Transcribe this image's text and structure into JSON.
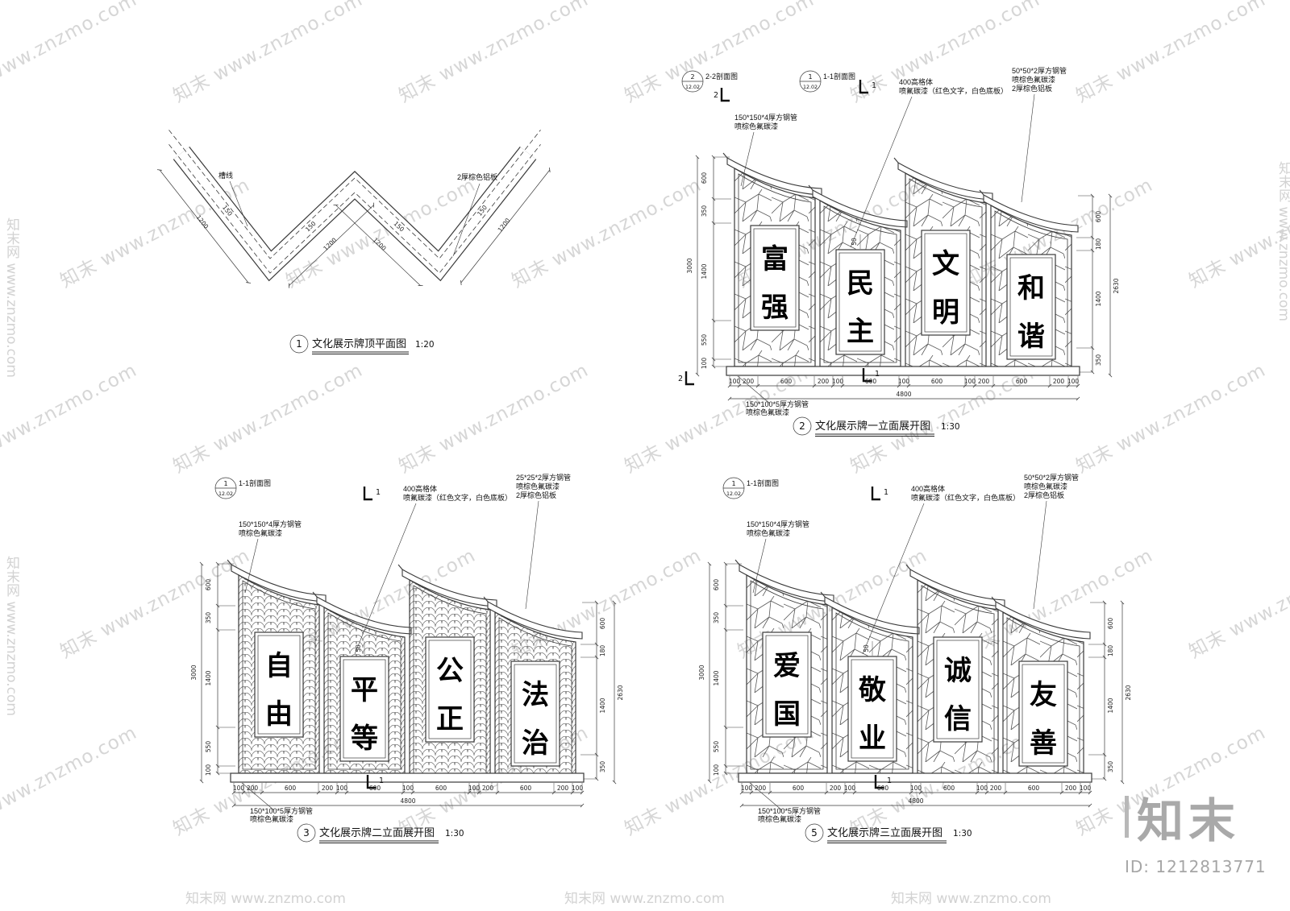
{
  "watermark": {
    "tile": "知末 www.znzmo.com",
    "edge": "知末网 www.znzmo.com",
    "logo_text": "知末",
    "logo_id": "ID: 1212813771"
  },
  "plan": {
    "no": "1",
    "title": "文化展示牌顶平面图",
    "scale": "1:20",
    "label_groove": "槽线",
    "label_panel": "2厚棕色铝板",
    "dim_seg": "1200",
    "dim_width": "150"
  },
  "marks": {
    "one": "1",
    "two": "2"
  },
  "dims": {
    "left": [
      "600",
      "350",
      "1400",
      "550",
      "100"
    ],
    "left_total": "3000",
    "right": [
      "600",
      "180",
      "1400",
      "350"
    ],
    "right_total": "2630",
    "bottom": [
      "100",
      "200",
      "600",
      "200",
      "100",
      "600",
      "100",
      "600",
      "100",
      "200",
      "600",
      "200",
      "100"
    ],
    "bottom_total": "4800",
    "plaque": "50"
  },
  "elev1": {
    "no": "2",
    "title": "文化展示牌一立面展开图",
    "scale": "1:30",
    "panels": [
      "富强",
      "民主",
      "文明",
      "和谐"
    ],
    "callout2": {
      "no": "2",
      "ref": "12.02",
      "label": "2-2剖面图"
    },
    "callout1": {
      "no": "1",
      "ref": "12.02",
      "label": "1-1剖面图"
    },
    "notes": {
      "frame1": "150*150*4厚方钢管",
      "frame2": "喷棕色氟碳漆",
      "plaque1": "400高格体",
      "plaque2": "喷氟碳漆（红色文字，白色底板）",
      "roof1": "50*50*2厚方钢管",
      "roof2": "喷棕色氟碳漆",
      "roof3": "2厚棕色铝板",
      "base1": "150*100*5厚方钢管",
      "base2": "喷棕色氟碳漆"
    }
  },
  "elev2": {
    "no": "3",
    "title": "文化展示牌二立面展开图",
    "scale": "1:30",
    "panels": [
      "自由",
      "平等",
      "公正",
      "法治"
    ],
    "callout1": {
      "no": "1",
      "ref": "12.02",
      "label": "1-1剖面图"
    },
    "notes": {
      "frame1": "150*150*4厚方钢管",
      "frame2": "喷棕色氟碳漆",
      "plaque1": "400高格体",
      "plaque2": "喷氟碳漆（红色文字，白色底板）",
      "roof1": "25*25*2厚方钢管",
      "roof2": "喷棕色氟碳漆",
      "roof3": "2厚棕色铝板",
      "base1": "150*100*5厚方钢管",
      "base2": "喷棕色氟碳漆"
    }
  },
  "elev3": {
    "no": "5",
    "title": "文化展示牌三立面展开图",
    "scale": "1:30",
    "panels": [
      "爱国",
      "敬业",
      "诚信",
      "友善"
    ],
    "callout1": {
      "no": "1",
      "ref": "12.02",
      "label": "1-1剖面图"
    },
    "notes": {
      "frame1": "150*150*4厚方钢管",
      "frame2": "喷棕色氟碳漆",
      "plaque1": "400高格体",
      "plaque2": "喷氟碳漆（红色文字，白色底板）",
      "roof1": "50*50*2厚方钢管",
      "roof2": "喷棕色氟碳漆",
      "roof3": "2厚棕色铝板",
      "base1": "150*100*5厚方钢管",
      "base2": "喷棕色氟碳漆"
    }
  }
}
